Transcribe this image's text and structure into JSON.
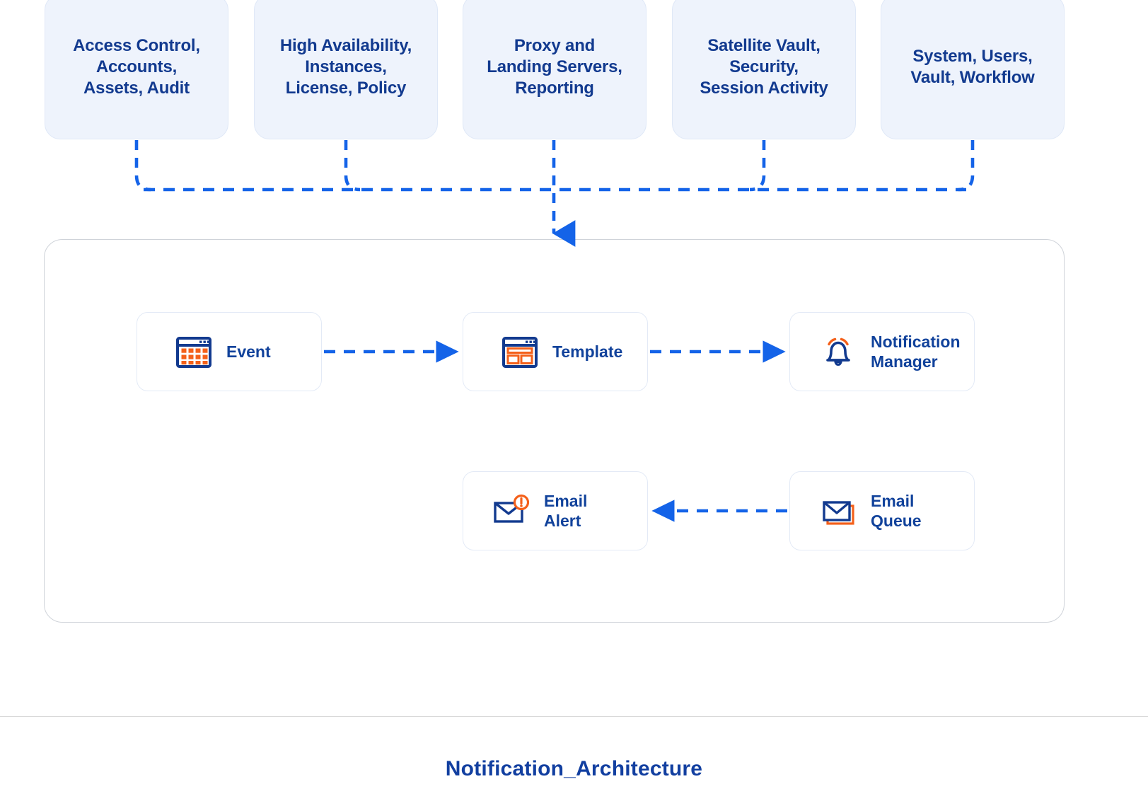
{
  "figure": {
    "caption": "Notification_Architecture"
  },
  "colors": {
    "source_box_fill": "#eef3fc",
    "source_box_border": "#dfe8f7",
    "text_navy": "#123a8f",
    "node_label_blue": "#11429b",
    "wire_blue": "#1463e8",
    "icon_orange": "#f4601a",
    "icon_navy": "#123a8f",
    "container_border": "#cfd3d9",
    "caption_blue": "#123fa0"
  },
  "sources": [
    {
      "id": "access-control",
      "label": "Access Control,\nAccounts,\nAssets, Audit"
    },
    {
      "id": "high-availability",
      "label": "High Availability,\nInstances,\nLicense, Policy"
    },
    {
      "id": "proxy-landing",
      "label": "Proxy and\nLanding Servers,\nReporting"
    },
    {
      "id": "satellite-vault",
      "label": "Satellite Vault,\nSecurity,\nSession Activity"
    },
    {
      "id": "system-users",
      "label": "System, Users,\nVault, Workflow"
    }
  ],
  "nodes": [
    {
      "id": "event",
      "label": "Event",
      "icon": "calendar-icon"
    },
    {
      "id": "template",
      "label": "Template",
      "icon": "browser-layout-icon"
    },
    {
      "id": "notification-manager",
      "label": "Notification\nManager",
      "icon": "bell-icon"
    },
    {
      "id": "email-alert",
      "label": "Email\nAlert",
      "icon": "envelope-alert-icon"
    },
    {
      "id": "email-queue",
      "label": "Email\nQueue",
      "icon": "envelope-stack-icon"
    }
  ],
  "flows": [
    {
      "from": "event",
      "to": "template",
      "style": "dashed",
      "direction": "right"
    },
    {
      "from": "template",
      "to": "notification-manager",
      "style": "dashed",
      "direction": "right"
    },
    {
      "from": "email-queue",
      "to": "email-alert",
      "style": "dashed",
      "direction": "left"
    },
    {
      "from": "sources-bus",
      "to": "notification-container",
      "style": "dashed",
      "direction": "down"
    }
  ]
}
